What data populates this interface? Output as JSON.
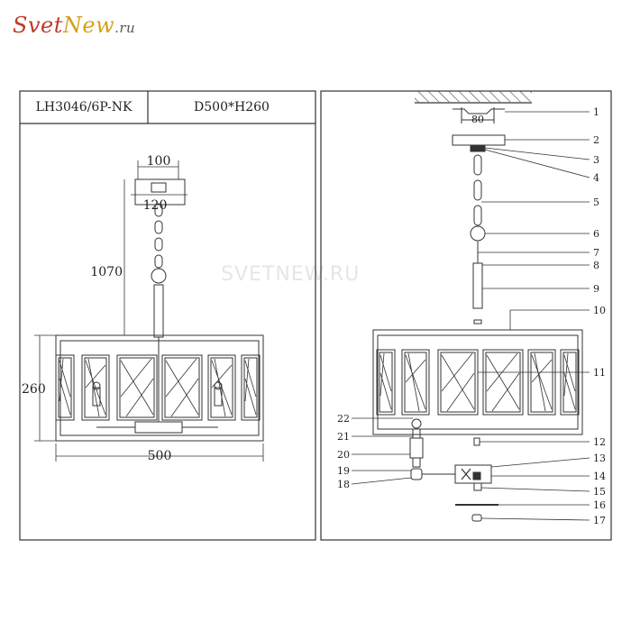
{
  "logo": {
    "part_a": "Svet",
    "part_b": "New",
    "part_c": ".ru"
  },
  "header": {
    "model": "LH3046/6P-NK",
    "size": "D500*H260"
  },
  "watermark": "SVETNEW.RU",
  "dimensions": {
    "canopy_top": "100",
    "canopy_bottom": "120",
    "height_total": "1070",
    "height_body": "260",
    "width_body": "500",
    "mount_spacing": "80"
  },
  "parts": [
    "1",
    "2",
    "3",
    "4",
    "5",
    "6",
    "7",
    "8",
    "9",
    "10",
    "11",
    "12",
    "13",
    "14",
    "15",
    "16",
    "17",
    "18",
    "19",
    "20",
    "21",
    "22"
  ]
}
